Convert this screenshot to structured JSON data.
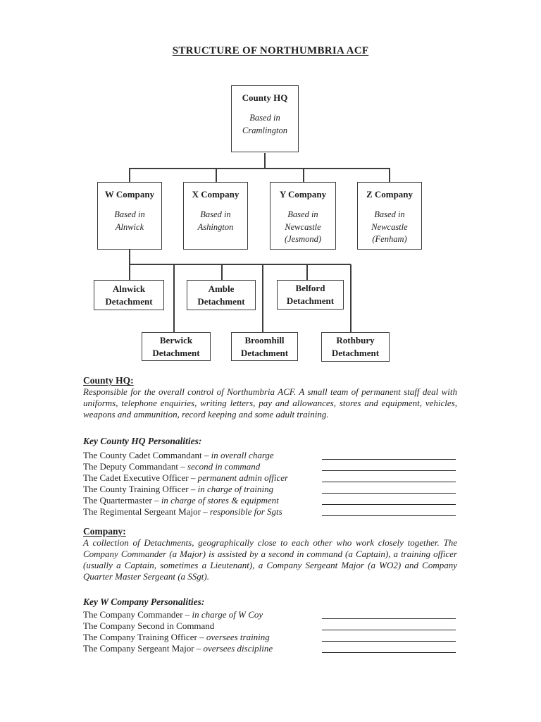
{
  "title": "STRUCTURE OF NORTHUMBRIA ACF",
  "list_separator": "–",
  "org_chart": {
    "nodes": [
      {
        "id": "county-hq",
        "bold_lines": [
          "County HQ"
        ],
        "italic_lines": [
          "Based in",
          "Cramlington"
        ]
      },
      {
        "id": "w-company",
        "bold_lines": [
          "W Company"
        ],
        "italic_lines": [
          "Based in",
          "Alnwick"
        ]
      },
      {
        "id": "x-company",
        "bold_lines": [
          "X Company"
        ],
        "italic_lines": [
          "Based in",
          "Ashington"
        ]
      },
      {
        "id": "y-company",
        "bold_lines": [
          "Y Company"
        ],
        "italic_lines": [
          "Based in",
          "Newcastle",
          "(Jesmond)"
        ]
      },
      {
        "id": "z-company",
        "bold_lines": [
          "Z Company"
        ],
        "italic_lines": [
          "Based in",
          "Newcastle",
          "(Fenham)"
        ]
      },
      {
        "id": "alnwick-detachment",
        "bold_lines": [
          "Alnwick",
          "Detachment"
        ],
        "italic_lines": []
      },
      {
        "id": "amble-detachment",
        "bold_lines": [
          "Amble",
          "Detachment"
        ],
        "italic_lines": []
      },
      {
        "id": "belford-detachment",
        "bold_lines": [
          "Belford",
          "Detachment"
        ],
        "italic_lines": []
      },
      {
        "id": "berwick-detachment",
        "bold_lines": [
          "Berwick",
          "Detachment"
        ],
        "italic_lines": []
      },
      {
        "id": "broomhill-detachment",
        "bold_lines": [
          "Broomhill",
          "Detachment"
        ],
        "italic_lines": []
      },
      {
        "id": "rothbury-detachment",
        "bold_lines": [
          "Rothbury",
          "Detachment"
        ],
        "italic_lines": []
      }
    ]
  },
  "sections": [
    {
      "heading": "County HQ:",
      "body": "Responsible for the overall control of Northumbria ACF. A small team of permanent staff deal with uniforms, telephone enquiries, writing letters, pay and allowances, stores and equipment, vehicles, weapons and ammunition, record keeping and some adult training.",
      "key_heading": "Key County HQ Personalities:",
      "personalities": [
        {
          "role": "The County Cadet Commandant",
          "note": "in overall charge"
        },
        {
          "role": "The Deputy Commandant",
          "note": "second in command"
        },
        {
          "role": "The Cadet Executive Officer",
          "note": "permanent admin officer"
        },
        {
          "role": "The County Training Officer",
          "note": "in charge of training"
        },
        {
          "role": "The Quartermaster",
          "note": "in charge of stores & equipment"
        },
        {
          "role": "The Regimental Sergeant Major",
          "note": "responsible for Sgts"
        }
      ]
    },
    {
      "heading": "Company:",
      "body": "A collection of Detachments, geographically close to each other who work closely together. The Company Commander (a Major) is assisted by a second in command (a Captain), a training officer (usually a Captain, sometimes a Lieutenant), a Company Sergeant Major (a WO2) and Company Quarter Master Sergeant (a SSgt).",
      "key_heading": "Key W Company Personalities:",
      "personalities": [
        {
          "role": "The Company Commander",
          "note": "in charge of W Coy"
        },
        {
          "role": "The Company Second in Command",
          "note": ""
        },
        {
          "role": "The Company Training Officer",
          "note": "oversees training"
        },
        {
          "role": "The Company Sergeant Major",
          "note": "oversees discipline"
        }
      ]
    }
  ]
}
